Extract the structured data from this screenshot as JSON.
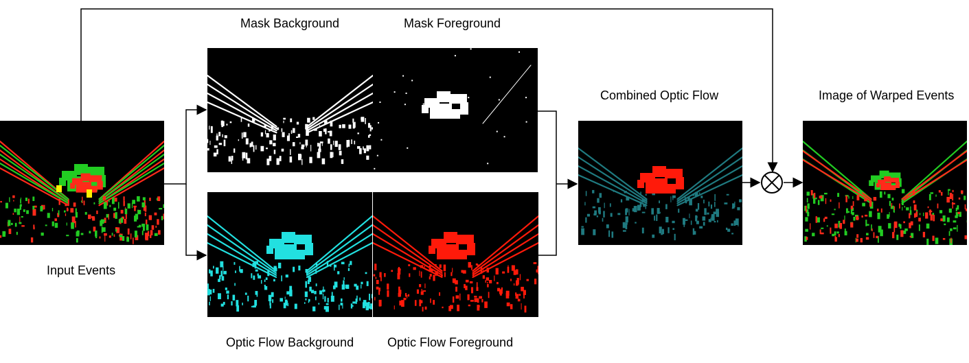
{
  "labels": {
    "input_events": "Input Events",
    "mask_background": "Mask Background",
    "mask_foreground": "Mask Foreground",
    "optic_flow_background": "Optic Flow Background",
    "optic_flow_foreground": "Optic Flow Foreground",
    "combined_optic_flow": "Combined Optic Flow",
    "image_of_warped_events": "Image of Warped Events"
  },
  "colors": {
    "event_positive": "#ff2a1a",
    "event_negative": "#22cc22",
    "event_overlap": "#ffee00",
    "mask": "#ffffff",
    "flow_background": "#22e0e0",
    "flow_foreground": "#ff1a0a",
    "combined_background": "#1f7a80",
    "combined_foreground": "#ff1a0a"
  },
  "icons": {
    "operator": "circled-multiplication-icon"
  }
}
